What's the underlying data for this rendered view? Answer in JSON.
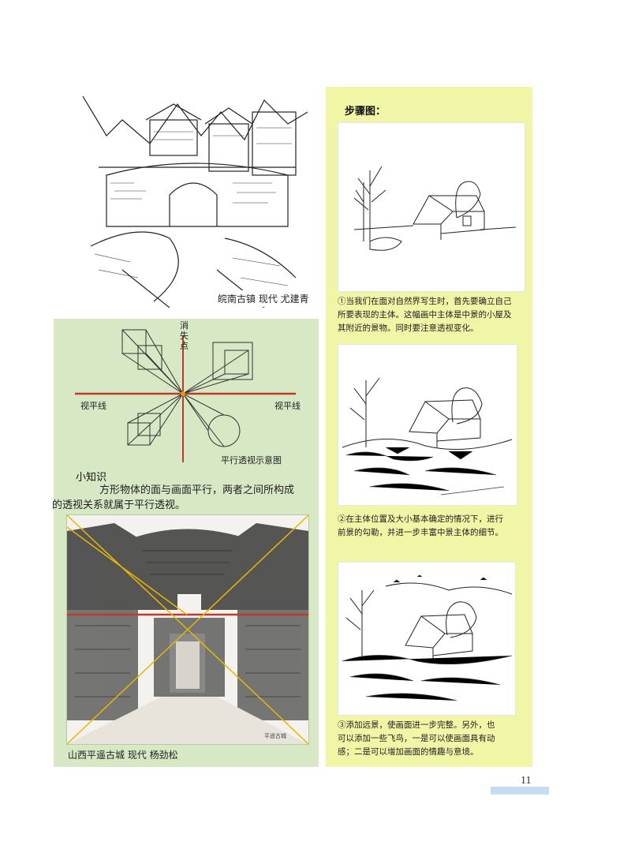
{
  "top_sketch": {
    "caption": "皖南古镇  现代  尤建青"
  },
  "perspective_diagram": {
    "vanishing_point_label": "消失点",
    "horizon_left": "视平线",
    "horizon_right": "视平线",
    "caption": "平行透视示意图"
  },
  "tip": {
    "title": "小知识",
    "lines": [
      "方形物体的面与画面平行，两者之间所构成",
      "的透视关系就属于平行透视。"
    ]
  },
  "bottom_photo": {
    "caption": "山西平遥古城  现代  杨劲松",
    "signature": "平遥古城"
  },
  "steps": {
    "title": "步骤图：",
    "items": [
      {
        "lines": [
          "①当我们在面对自然界写生时，首先要确立自己",
          "所要表现的主体。这幅画中主体是中景的小屋及",
          "其附近的景物。同时要注意透视变化。"
        ]
      },
      {
        "lines": [
          "②在主体位置及大小基本确定的情况下，进行",
          "前景的勾勒，并进一步丰富中景主体的细节。"
        ]
      },
      {
        "lines": [
          "③添加远景，使画面进一步完整。另外，也",
          "可以添加一些飞鸟，一是可以使画面具有动",
          "感；二是可以增加画面的情趣与意境。"
        ]
      }
    ]
  },
  "page_number": "11",
  "colors": {
    "green_panel": "#d7e8c4",
    "yellow_panel": "#f1f5a6",
    "red_line": "#c0392b",
    "page_bar": "#c6dcf2"
  }
}
